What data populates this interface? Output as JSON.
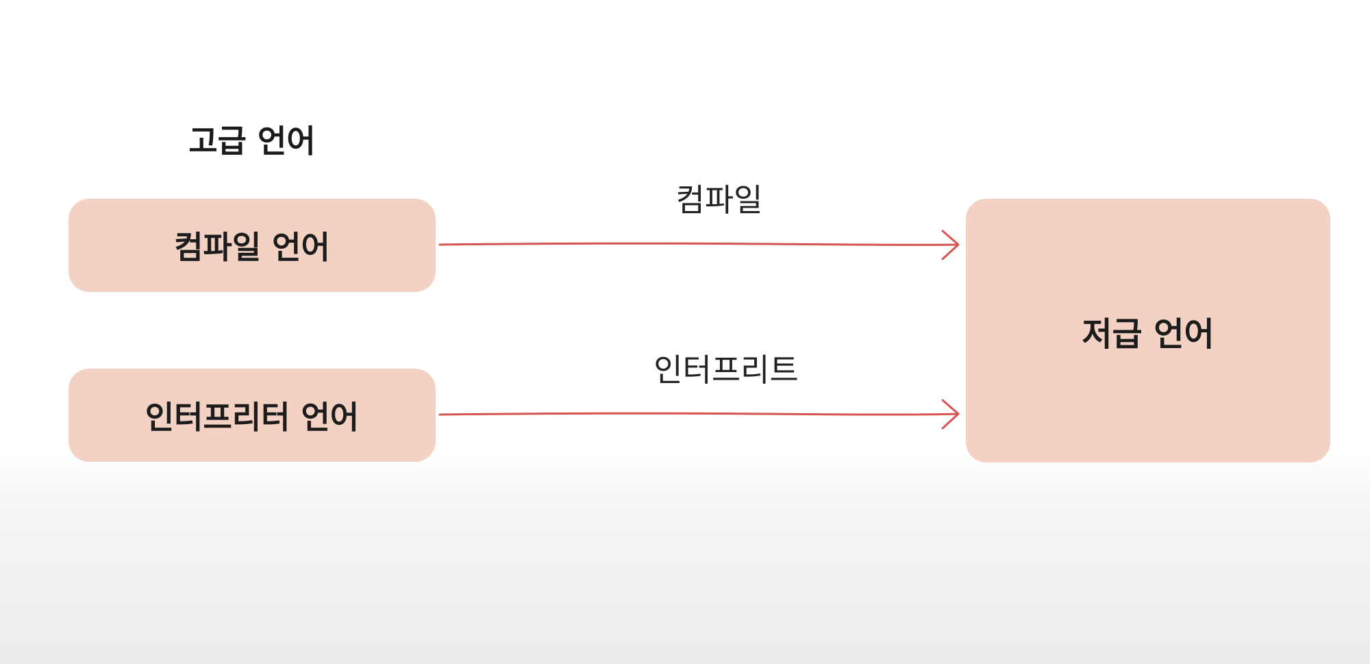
{
  "diagram": {
    "high_level_heading": "고급 언어",
    "nodes": {
      "compiled_language": "컴파일 언어",
      "interpreter_language": "인터프리터 언어",
      "low_level_language": "저급 언어"
    },
    "edges": {
      "compile_label": "컴파일",
      "interpret_label": "인터프리트"
    },
    "colors": {
      "box_fill": "#f3d2c3",
      "arrow": "#d9534f"
    }
  }
}
